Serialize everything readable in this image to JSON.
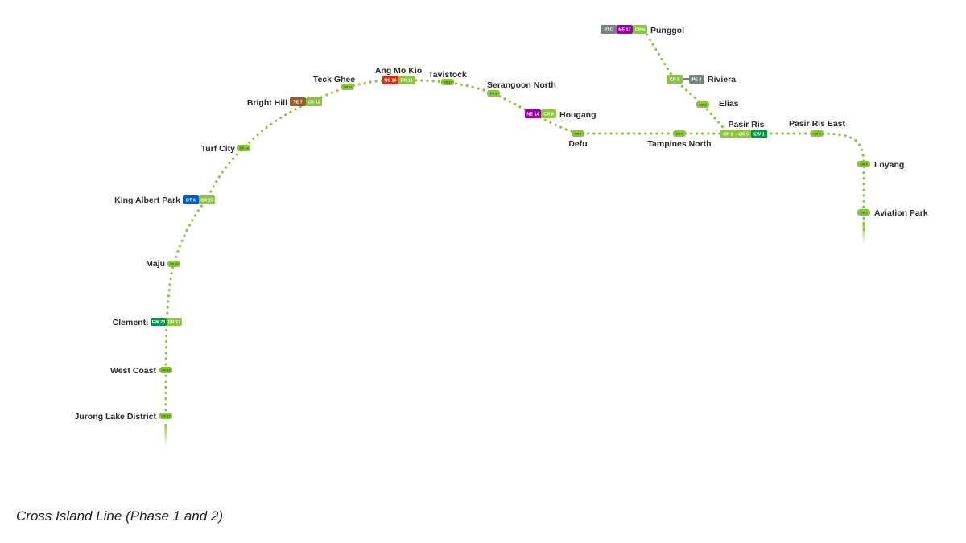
{
  "caption": "Cross Island Line (Phase 1 and 2)",
  "colors": {
    "crl": "#8bc53f",
    "nsl": "#d42e12",
    "ewl": "#009645",
    "dtl": "#005ec4",
    "tel": "#9d5b25",
    "nel": "#9900aa",
    "lrt": "#748477",
    "text": "#2b2b2b"
  },
  "stations": {
    "jurong_lake_district": {
      "name": "Jurong Lake District",
      "codes": [
        {
          "code": "CR 19",
          "line": "crl"
        }
      ]
    },
    "west_coast": {
      "name": "West Coast",
      "codes": [
        {
          "code": "CR 18",
          "line": "crl"
        }
      ]
    },
    "clementi": {
      "name": "Clementi",
      "codes": [
        {
          "code": "EW 23",
          "line": "ewl"
        },
        {
          "code": "CR 17",
          "line": "crl"
        }
      ]
    },
    "maju": {
      "name": "Maju",
      "codes": [
        {
          "code": "CR 16",
          "line": "crl"
        }
      ]
    },
    "king_albert_park": {
      "name": "King Albert Park",
      "codes": [
        {
          "code": "DT 6",
          "line": "dtl"
        },
        {
          "code": "CR 15",
          "line": "crl"
        }
      ]
    },
    "turf_city": {
      "name": "Turf City",
      "codes": [
        {
          "code": "CR 14",
          "line": "crl"
        }
      ]
    },
    "bright_hill": {
      "name": "Bright Hill",
      "codes": [
        {
          "code": "TE 7",
          "line": "tel"
        },
        {
          "code": "CR 13",
          "line": "crl"
        }
      ]
    },
    "teck_ghee": {
      "name": "Teck Ghee",
      "codes": [
        {
          "code": "CR 12",
          "line": "crl"
        }
      ]
    },
    "ang_mo_kio": {
      "name": "Ang Mo Kio",
      "codes": [
        {
          "code": "NS 16",
          "line": "nsl"
        },
        {
          "code": "CR 11",
          "line": "crl"
        }
      ]
    },
    "tavistock": {
      "name": "Tavistock",
      "codes": [
        {
          "code": "CR 10",
          "line": "crl"
        }
      ]
    },
    "serangoon_north": {
      "name": "Serangoon North",
      "codes": [
        {
          "code": "CR 9",
          "line": "crl"
        }
      ]
    },
    "hougang": {
      "name": "Hougang",
      "codes": [
        {
          "code": "NE 14",
          "line": "nel"
        },
        {
          "code": "CR 8",
          "line": "crl"
        }
      ]
    },
    "defu": {
      "name": "Defu",
      "codes": [
        {
          "code": "CR 7",
          "line": "crl"
        }
      ]
    },
    "tampines_north": {
      "name": "Tampines North",
      "codes": [
        {
          "code": "CR 6",
          "line": "crl"
        }
      ]
    },
    "pasir_ris": {
      "name": "Pasir Ris",
      "codes": [
        {
          "code": "CP 1",
          "line": "crl"
        },
        {
          "code": "CR 5",
          "line": "crl"
        },
        {
          "code": "EW 1",
          "line": "ewl"
        }
      ]
    },
    "pasir_ris_east": {
      "name": "Pasir Ris East",
      "codes": [
        {
          "code": "CR 4",
          "line": "crl"
        }
      ]
    },
    "loyang": {
      "name": "Loyang",
      "codes": [
        {
          "code": "CR 3",
          "line": "crl"
        }
      ]
    },
    "aviation_park": {
      "name": "Aviation Park",
      "codes": [
        {
          "code": "CR 2",
          "line": "crl"
        }
      ]
    },
    "elias": {
      "name": "Elias",
      "codes": [
        {
          "code": "CP 2",
          "line": "crl"
        }
      ]
    },
    "riviera": {
      "name": "Riviera",
      "codes": [
        {
          "code": "CP 3",
          "line": "crl"
        },
        {
          "code": "PE 4",
          "line": "lrt"
        }
      ]
    },
    "punggol": {
      "name": "Punggol",
      "codes": [
        {
          "code": "PTC",
          "line": "lrt"
        },
        {
          "code": "NE 17",
          "line": "nel"
        },
        {
          "code": "CP 4",
          "line": "crl"
        }
      ]
    }
  }
}
